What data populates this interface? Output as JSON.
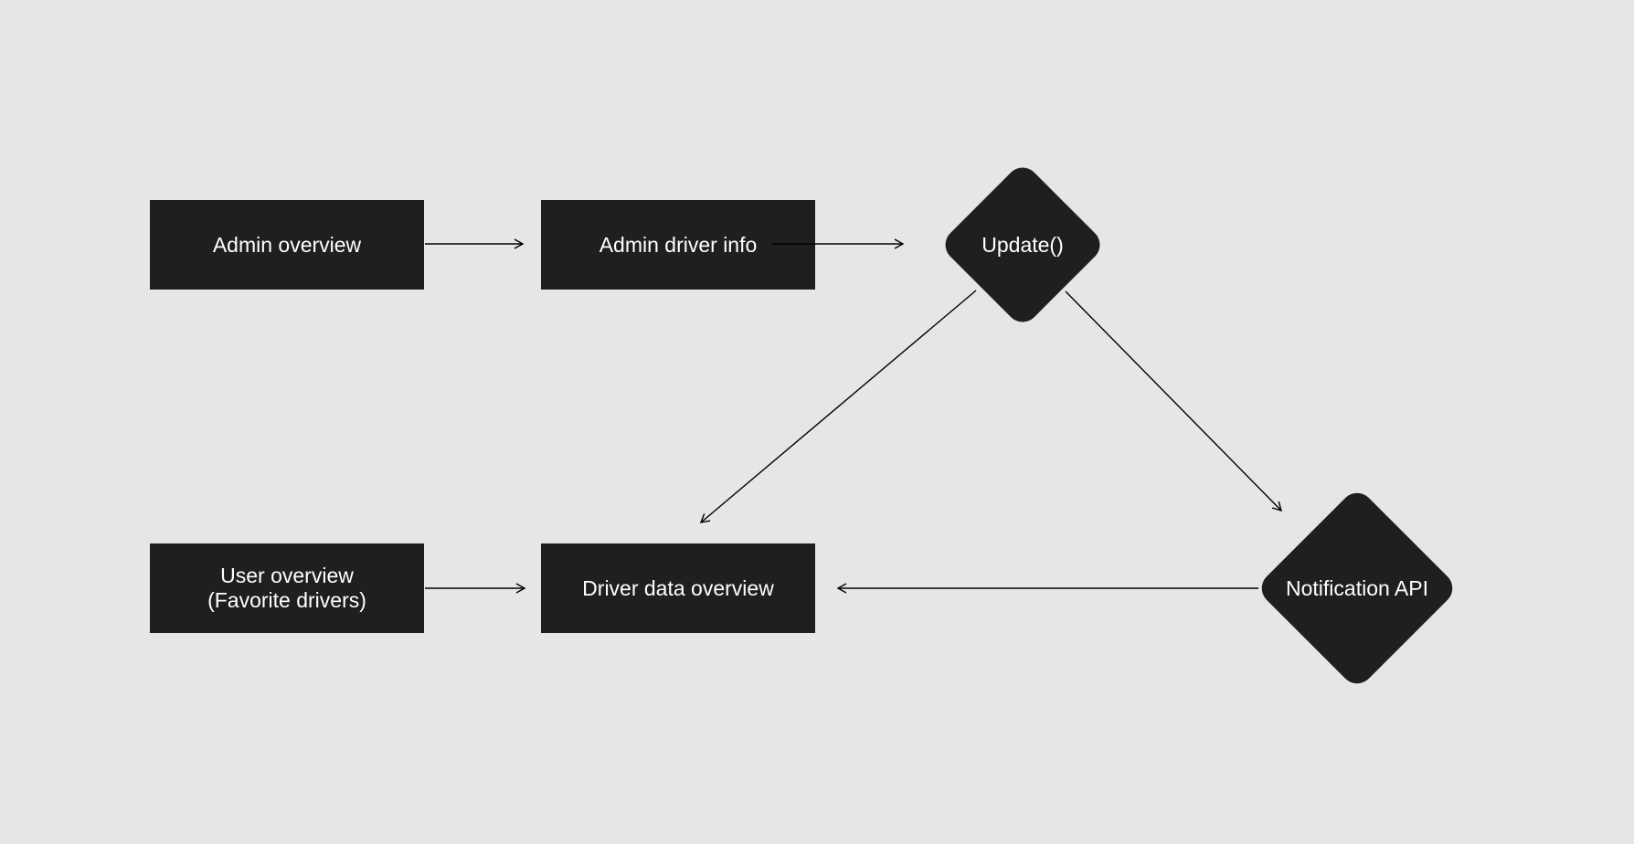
{
  "colors": {
    "background": "#e6e6e6",
    "node_fill": "#1f1f1f",
    "node_text": "#ffffff",
    "edge": "#000000"
  },
  "nodes": {
    "admin_overview": {
      "shape": "rectangle",
      "label": "Admin overview"
    },
    "admin_driver_info": {
      "shape": "rectangle",
      "label": "Admin driver info"
    },
    "update": {
      "shape": "diamond",
      "label": "Update()"
    },
    "user_overview": {
      "shape": "rectangle",
      "label_line1": "User overview",
      "label_line2": "(Favorite drivers)"
    },
    "driver_data_overview": {
      "shape": "rectangle",
      "label": "Driver data overview"
    },
    "notification_api": {
      "shape": "diamond",
      "label": "Notification API"
    }
  },
  "edges": [
    {
      "from": "admin_overview",
      "to": "admin_driver_info"
    },
    {
      "from": "admin_driver_info",
      "to": "update"
    },
    {
      "from": "update",
      "to": "driver_data_overview"
    },
    {
      "from": "update",
      "to": "notification_api"
    },
    {
      "from": "user_overview",
      "to": "driver_data_overview"
    },
    {
      "from": "notification_api",
      "to": "driver_data_overview"
    }
  ]
}
